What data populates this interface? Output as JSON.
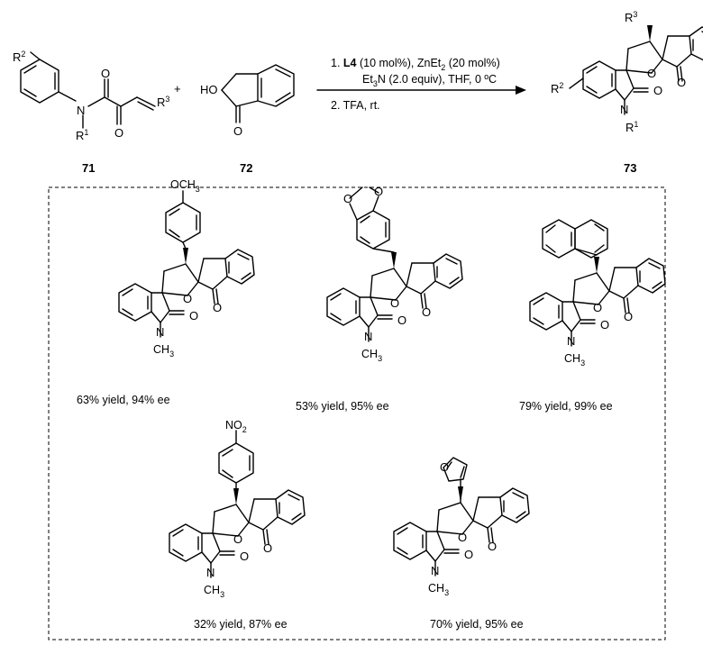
{
  "reaction": {
    "compounds": {
      "substrate": "71",
      "reagent": "72",
      "product": "73"
    },
    "plus_sign": "+",
    "conditions": {
      "step1_prefix": "1. ",
      "step1_ligand": "L4",
      "step1_ligand_loading": " (10 mol%), ZnEt",
      "step1_zn_sub": "2",
      "step1_zn_loading": " (20 mol%)",
      "step1_line2_base": "Et",
      "step1_line2_sub": "3",
      "step1_line2_rest": "N (2.0 equiv), THF, 0 ºC",
      "step2": "2. TFA, rt."
    },
    "atoms": {
      "R": "R",
      "sup1": "1",
      "sup2": "2",
      "sup3": "3",
      "N": "N",
      "O": "O",
      "HO": "HO"
    }
  },
  "examples": [
    {
      "substituent_base": "OCH",
      "substituent_sub": "3",
      "caption": "63% yield, 94% ee"
    },
    {
      "substituent_base": "",
      "substituent_sub": "",
      "caption": "53% yield, 95% ee"
    },
    {
      "substituent_base": "",
      "substituent_sub": "",
      "caption": "79% yield, 99% ee"
    },
    {
      "substituent_base": "NO",
      "substituent_sub": "2",
      "caption": "32% yield, 87% ee"
    },
    {
      "substituent_base": "",
      "substituent_sub": "",
      "caption": "70% yield, 95% ee"
    }
  ],
  "labels": {
    "ch3_base": "CH",
    "ch3_sub": "3"
  }
}
